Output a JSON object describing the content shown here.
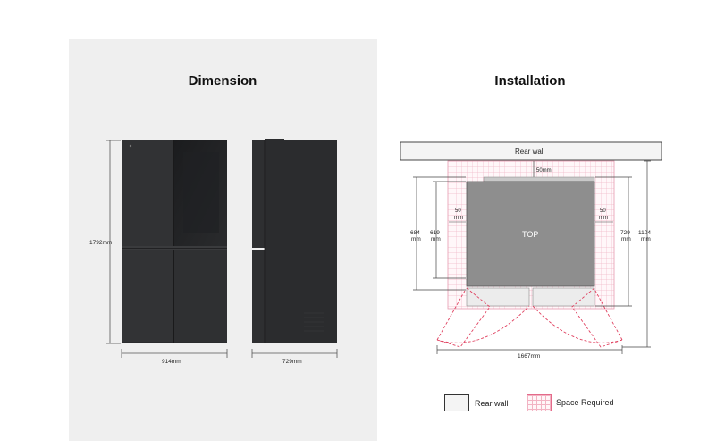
{
  "dimension": {
    "title": "Dimension",
    "height_label": "1792mm",
    "width_label": "914mm",
    "depth_label": "729mm"
  },
  "installation": {
    "title": "Installation",
    "rear_wall_label": "Rear wall",
    "top_label": "TOP",
    "gap_top_label": "50mm",
    "gap_left_label": [
      "50",
      "mm"
    ],
    "gap_right_label": [
      "50",
      "mm"
    ],
    "depth_684": [
      "684",
      "mm"
    ],
    "depth_619": [
      "619",
      "mm"
    ],
    "depth_729": [
      "729",
      "mm"
    ],
    "depth_1104": [
      "1104",
      "mm"
    ],
    "total_width_label": "1667mm"
  },
  "legend": {
    "rear_wall": "Rear wall",
    "space_required": "Space Required"
  },
  "colors": {
    "panel_bg": "#efefef",
    "fridge_body": "#2b2c2e",
    "top_fill": "#8e8e8e",
    "space_pink": "#f2b3c3",
    "door_swing": "#e0405f"
  }
}
